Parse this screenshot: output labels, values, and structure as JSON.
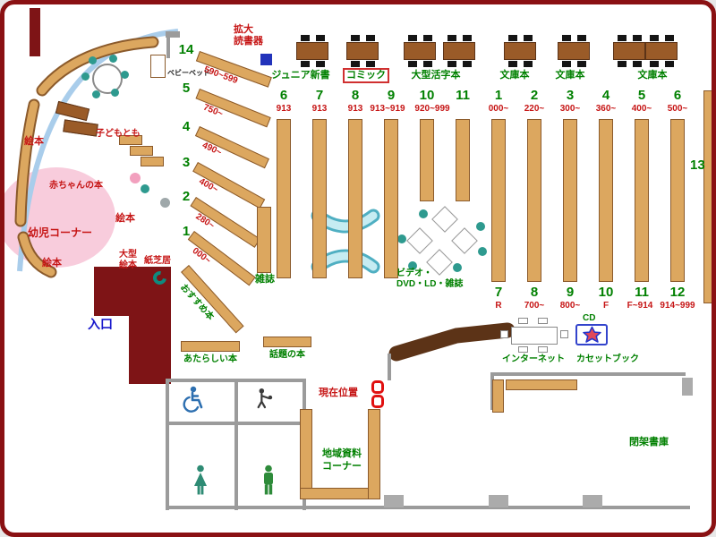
{
  "colors": {
    "wall_maroon": "#7E1416",
    "frame_maroon": "#8A1113",
    "shelf_tan": "#DCA75F",
    "shelf_border": "#8B5A2B",
    "table_brown": "#9A5B28",
    "counter_brown": "#5C3317",
    "label_green": "#008000",
    "label_red": "#C61515",
    "entrance_blue": "#1818CC",
    "window_blue": "#A9CDEB",
    "bench_cyan": "#9ADDE6",
    "seat_teal": "#2E9A8F",
    "toddler_pink": "#F8CCDC",
    "wall_gray": "#9B9B9B",
    "chair_black": "#151515",
    "device_blue": "#2233BB",
    "marker_red": "#E01010"
  },
  "kids_area": {
    "baby_bed": "ベビーベッド",
    "kodomo": "子どもとも",
    "baby_books": "赤ちゃんの本",
    "toddler_corner": "幼児コーナー",
    "ehon_1": "絵本",
    "ehon_2": "絵本",
    "ehon_3": "絵本",
    "ogata_ehon": "大型絵本",
    "kamishibai": "紙芝居"
  },
  "magnifier": {
    "line1": "拡大",
    "line2": "読書器"
  },
  "fan_shelves": [
    {
      "no": "14",
      "range": "590~599"
    },
    {
      "no": "5",
      "range": "750~"
    },
    {
      "no": "4",
      "range": "490~"
    },
    {
      "no": "3",
      "range": "400~"
    },
    {
      "no": "2",
      "range": "280~"
    },
    {
      "no": "1",
      "range": "000~"
    }
  ],
  "recommended": "おすすめ本",
  "magazine": "雑誌",
  "sections": {
    "junior_shinsho": "ジュニア新書",
    "comic": "コミック",
    "large_print": "大型活字本",
    "bunko_1": "文庫本",
    "bunko_2": "文庫本",
    "bunko_3": "文庫本"
  },
  "stacks_left": [
    {
      "no": "6",
      "range": "913"
    },
    {
      "no": "7",
      "range": "913"
    },
    {
      "no": "8",
      "range": "913"
    },
    {
      "no": "9",
      "range": "913~919"
    },
    {
      "no": "10",
      "range": "920~999"
    },
    {
      "no": "11",
      "range": ""
    }
  ],
  "stacks_right_top": [
    {
      "no": "1",
      "range": "000~"
    },
    {
      "no": "2",
      "range": "220~"
    },
    {
      "no": "3",
      "range": "300~"
    },
    {
      "no": "4",
      "range": "360~"
    },
    {
      "no": "5",
      "range": "400~"
    },
    {
      "no": "6",
      "range": "500~"
    }
  ],
  "stacks_right_bottom": [
    {
      "no": "7",
      "range": "R"
    },
    {
      "no": "8",
      "range": "700~"
    },
    {
      "no": "9",
      "range": "800~"
    },
    {
      "no": "10",
      "range": "F"
    },
    {
      "no": "11",
      "range": "F~914"
    },
    {
      "no": "12",
      "range": "914~999"
    }
  ],
  "shelf_13": "13",
  "av_corner": {
    "line1": "ビデオ・",
    "line2": "DVD・LD・雑誌"
  },
  "internet": "インターネット",
  "cd": "CD",
  "cassette_book": "カセットブック",
  "entrance": "入口",
  "new_books": "あたらしい本",
  "topic_books": "話題の本",
  "current_location": "現在位置",
  "local_materials": {
    "line1": "地域資料",
    "line2": "コーナー"
  },
  "closed_stacks": "閉架書庫",
  "icons": {
    "wheelchair-icon": "accessible restroom",
    "baby-icon": "baby changing",
    "woman-icon": "women's restroom",
    "man-icon": "men's restroom",
    "star-icon": "CD corner marker",
    "location-marker-icon": "current location marker"
  }
}
